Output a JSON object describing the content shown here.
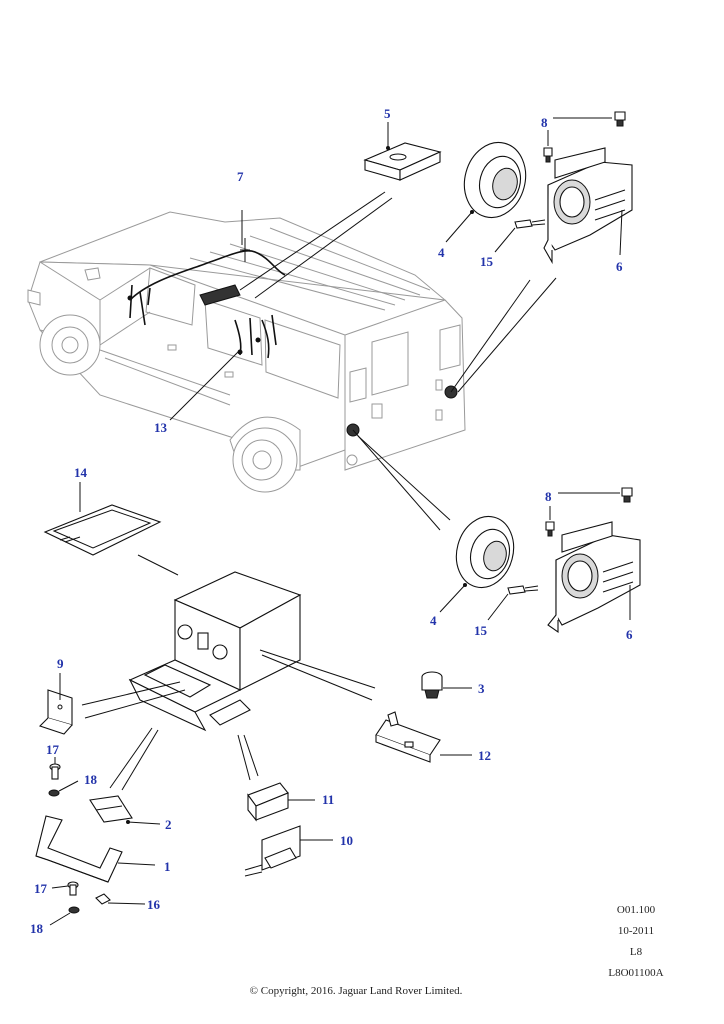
{
  "callouts": {
    "c1": "1",
    "c2": "2",
    "c3": "3",
    "c4a": "4",
    "c4b": "4",
    "c5": "5",
    "c6a": "6",
    "c6b": "6",
    "c7": "7",
    "c8a": "8",
    "c8b": "8",
    "c9": "9",
    "c10": "10",
    "c11": "11",
    "c12": "12",
    "c13": "13",
    "c14": "14",
    "c15a": "15",
    "c15b": "15",
    "c16": "16",
    "c17a": "17",
    "c17b": "17",
    "c18a": "18",
    "c18b": "18"
  },
  "meta": {
    "ref": "O01.100",
    "date": "10-2011",
    "series": "L8",
    "illustration": "L8O01100A",
    "copyright": "© Copyright, 2016. Jaguar Land Rover Limited."
  },
  "colors": {
    "callout": "#2233aa",
    "line": "#111111",
    "vehicle": "#9a9a9a"
  }
}
